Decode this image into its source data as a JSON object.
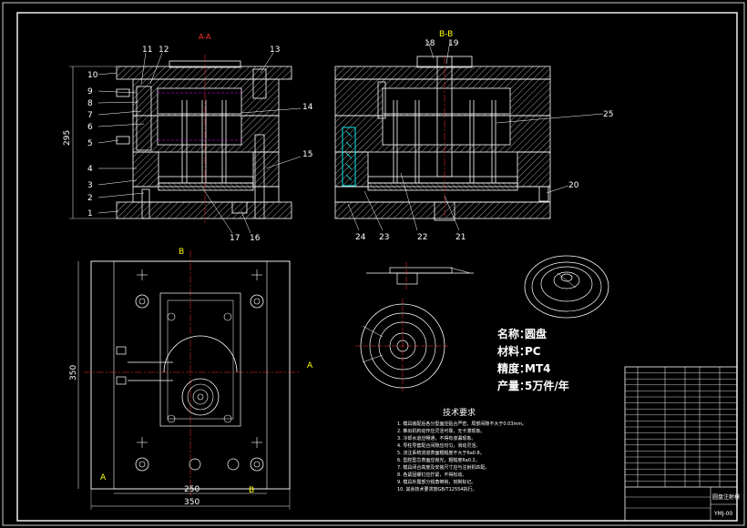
{
  "views": {
    "section_a_label": "A-A",
    "section_b_label": "B-B",
    "cut_marks": [
      "A",
      "A",
      "B",
      "B"
    ]
  },
  "part_numbers_left": [
    "10",
    "9",
    "8",
    "7",
    "6",
    "5",
    "4",
    "3",
    "2",
    "1"
  ],
  "part_numbers_top_left": [
    "11",
    "12",
    "13"
  ],
  "part_numbers_right_left_view": [
    "14",
    "15"
  ],
  "part_numbers_bottom_left_view": [
    "17",
    "16"
  ],
  "part_numbers_top_right": [
    "18",
    "19"
  ],
  "part_numbers_right_view": [
    "25",
    "20"
  ],
  "part_numbers_bottom_right_view": [
    "24",
    "23",
    "22",
    "21"
  ],
  "dimensions": {
    "left_height": "295",
    "plan_height": "350",
    "plan_width_inner": "250",
    "plan_width_outer": "350"
  },
  "specs": [
    {
      "label": "名称：",
      "value": "圆盘"
    },
    {
      "label": "材料：",
      "value": "PC"
    },
    {
      "label": "精度：",
      "value": "MT4"
    },
    {
      "label": "产量：",
      "value": "5万件/年"
    }
  ],
  "tech_requirements": {
    "title": "技术要求",
    "lines": [
      "1. 模具装配后各分型面应贴合严密，局部间隙不大于0.03mm。",
      "2. 推出机构动作应灵活可靠，无卡滞现象。",
      "3. 冷却水道应畅通，不得有渗漏现象。",
      "4. 导柱导套配合间隙应均匀，滑动灵活。",
      "5. 浇注系统流道表面粗糙度不大于Ra0.8。",
      "6. 型腔型芯表面应抛光，粗糙度Ra0.2。",
      "7. 模具闭合高度及安装尺寸应与注射机匹配。",
      "8. 各紧固螺钉应拧紧，不得松动。",
      "9. 模具外露部分锐角倒钝，刻制标记。",
      "10. 其余技术要求按GB/T12554执行。"
    ]
  },
  "title_block": {
    "drawing_title": "圆盘注射模",
    "drawing_code": "YMJ-00",
    "rows": 20
  },
  "colors": {
    "background": "#000000",
    "line": "#ffffff",
    "hatch": "#ffffff",
    "center": "#ff3030",
    "yellow": "#ffff00",
    "cyan": "#00ffff",
    "green": "#00ff00",
    "orange": "#ff8000",
    "magenta": "#ff00ff"
  }
}
